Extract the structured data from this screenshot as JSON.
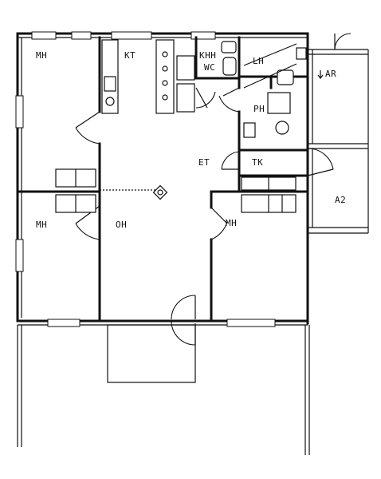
{
  "rooms": {
    "mh_top_left": "MH",
    "kt": "KT",
    "khh": "KHH",
    "wc": "WC",
    "lh": "LH",
    "ar": "AR",
    "ph": "PH",
    "et": "ET",
    "tk": "TK",
    "mh_left": "MH",
    "oh": "OH",
    "mh_right": "MH",
    "a2": "A2"
  }
}
